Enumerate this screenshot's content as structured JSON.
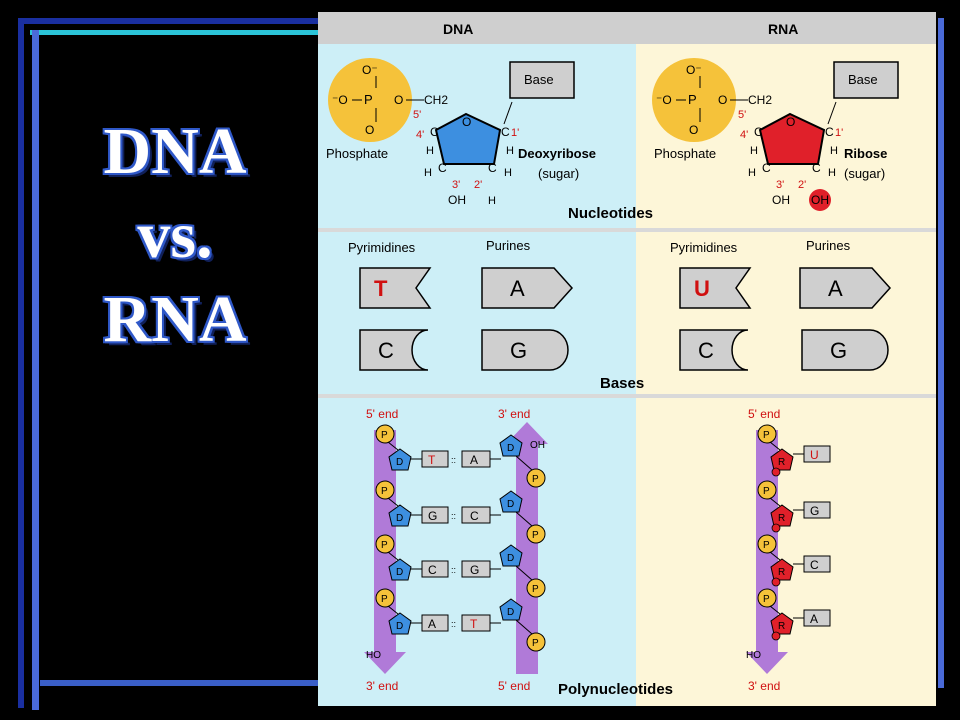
{
  "title": {
    "line1": "DNA",
    "line2": "vs.",
    "line3": "RNA"
  },
  "colors": {
    "dna_bg": "#cdeff7",
    "rna_bg": "#fdf6d8",
    "phosphate": "#f5c23a",
    "deoxyribose": "#3d8fe0",
    "ribose": "#e0202a",
    "strand": "#b07ad8",
    "label_red": "#d01010",
    "frame_blue": "#3a5fc8"
  },
  "headers": {
    "dna": "DNA",
    "rna": "RNA"
  },
  "nucleotides": {
    "section_label": "Nucleotides",
    "phosphate_o_top": "O⁻",
    "phosphate_o_left": "⁻O",
    "phosphate_p": "P",
    "phosphate_o_right": "O",
    "phosphate_o_bottom": "O",
    "ch2": "CH2",
    "base": "Base",
    "phosphate_label": "Phosphate",
    "deoxyribose_label": "Deoxyribose",
    "ribose_label": "Ribose",
    "sugar_label": "(sugar)",
    "c5": "5'",
    "c4": "4'",
    "c3": "3'",
    "c2": "2'",
    "c1": "1'",
    "atom_c": "C",
    "atom_h": "H",
    "atom_oh": "OH",
    "atom_o": "O"
  },
  "bases": {
    "section_label": "Bases",
    "pyrimidines": "Pyrimidines",
    "purines": "Purines",
    "dna_pyr": [
      "T",
      "C"
    ],
    "dna_pur": [
      "A",
      "G"
    ],
    "rna_pyr": [
      "U",
      "C"
    ],
    "rna_pur": [
      "A",
      "G"
    ]
  },
  "polynucleotides": {
    "section_label": "Polynucleotides",
    "five_end": "5' end",
    "three_end": "3' end",
    "oh": "OH",
    "ho": "HO",
    "p": "P",
    "d": "D",
    "r": "R",
    "dna_pairs": [
      [
        "T",
        "A"
      ],
      [
        "G",
        "C"
      ],
      [
        "C",
        "G"
      ],
      [
        "A",
        "T"
      ]
    ],
    "rna_bases": [
      "U",
      "G",
      "C",
      "A"
    ]
  }
}
